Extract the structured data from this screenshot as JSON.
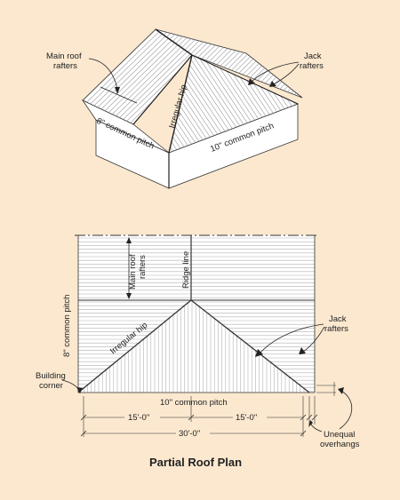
{
  "iso": {
    "main_roof_rafters": [
      "Main roof",
      "rafters"
    ],
    "jack_rafters": [
      "Jack",
      "rafters"
    ],
    "irregular_hip": "Irregular hip",
    "pitch_8": "8\" common pitch",
    "pitch_10": "10\" common pitch"
  },
  "plan": {
    "main_roof_rafters": [
      "Main roof",
      "rafters"
    ],
    "ridge_line": "Ridge line",
    "pitch_8": "8\" common pitch",
    "jack_rafters": [
      "Jack",
      "rafters"
    ],
    "irregular_hip": "Irregular hip",
    "building_corner": [
      "Building",
      "corner"
    ],
    "pitch_10": "10\" common pitch",
    "dim_left": "15'-0\"",
    "dim_right": "15'-0\"",
    "dim_total": "30'-0\"",
    "unequal_overhangs": [
      "Unequal",
      "overhangs"
    ],
    "title": "Partial Roof Plan"
  },
  "colors": {
    "background": "#fbe8cf",
    "line": "#333333",
    "hatch": "#9a9a9a",
    "panel": "#ffffff"
  }
}
